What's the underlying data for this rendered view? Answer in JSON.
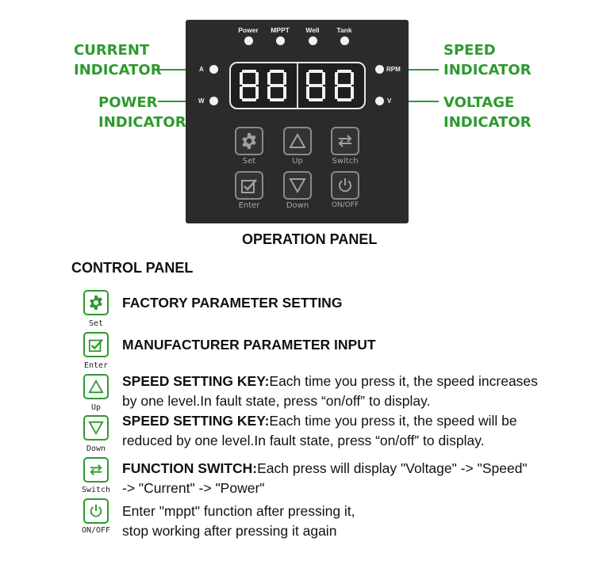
{
  "callouts": {
    "current": [
      "CURRENT",
      "INDICATOR"
    ],
    "power": [
      "POWER",
      "INDICATOR"
    ],
    "speed": [
      "SPEED",
      "INDICATOR"
    ],
    "voltage": [
      "VOLTAGE",
      "INDICATOR"
    ]
  },
  "panel": {
    "top_labels": [
      "Power",
      "MPPT",
      "Well",
      "Tank"
    ],
    "left_labels": [
      "A",
      "W"
    ],
    "right_labels": [
      "RPM",
      "V"
    ],
    "buttons": [
      {
        "label": "Set",
        "icon": "gear-icon"
      },
      {
        "label": "Up",
        "icon": "triangle-up-icon"
      },
      {
        "label": "Switch",
        "icon": "switch-arrows-icon"
      },
      {
        "label": "Enter",
        "icon": "check-box-icon"
      },
      {
        "label": "Down",
        "icon": "triangle-down-icon"
      },
      {
        "label": "ON/OFF",
        "icon": "power-icon"
      }
    ],
    "caption": "OPERATION PANEL"
  },
  "control": {
    "heading": "CONTROL PANEL",
    "items": [
      {
        "key": "Set",
        "icon": "gear-icon",
        "title": "FACTORY PARAMETER SETTING",
        "text": ""
      },
      {
        "key": "Enter",
        "icon": "check-box-icon",
        "title": "MANUFACTURER PARAMETER INPUT",
        "text": ""
      },
      {
        "key": "Up",
        "icon": "triangle-up-icon",
        "title": "SPEED SETTING KEY:",
        "text": "Each time you press it, the speed increases",
        "text2": "by one level.In fault state, press “on/off” to display."
      },
      {
        "key": "Down",
        "icon": "triangle-down-icon",
        "title": "SPEED SETTING KEY:",
        "text": "Each time you press it, the speed will be",
        "text2": "reduced by one level.In fault state, press “on/off” to display."
      },
      {
        "key": "Switch",
        "icon": "switch-arrows-icon",
        "title": "FUNCTION SWITCH:",
        "text": "Each press will display \"Voltage\" -> \"Speed\"",
        "text2": "-> \"Current\" -> \"Power\""
      },
      {
        "key": "ON/OFF",
        "icon": "power-icon",
        "title": "",
        "text": "Enter \"mppt\" function after pressing it,",
        "text2": "stop working after pressing it again"
      }
    ]
  },
  "colors": {
    "accent": "#2e9a2e",
    "panel": "#2b2b2b"
  }
}
